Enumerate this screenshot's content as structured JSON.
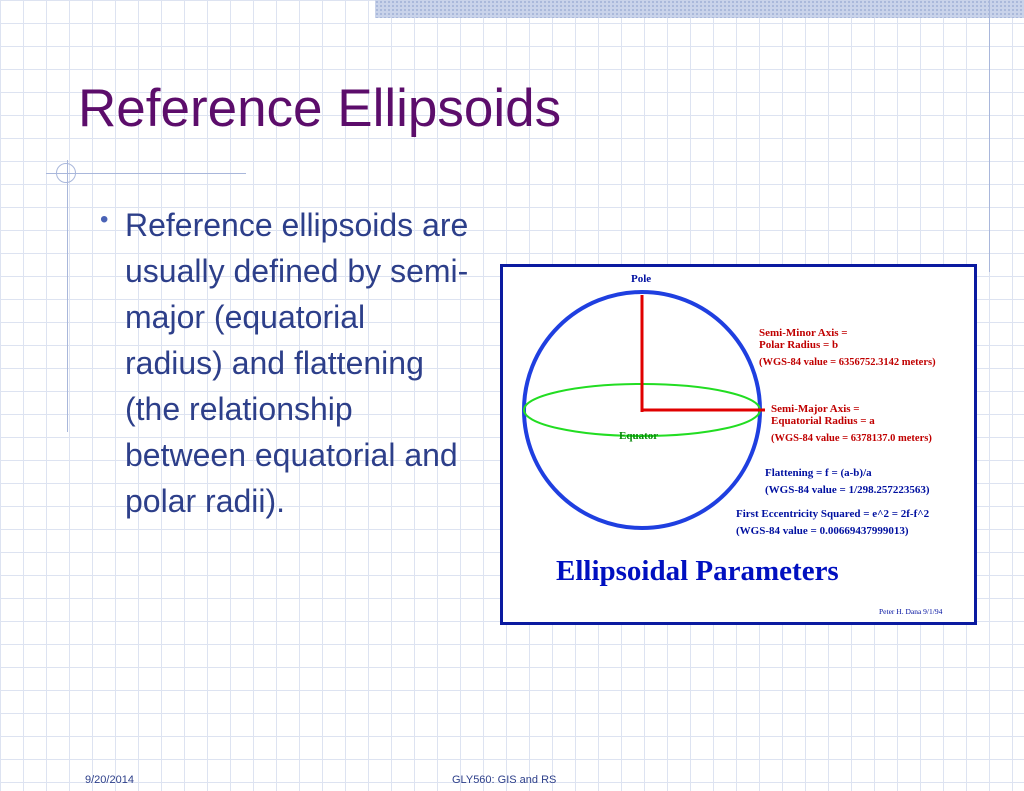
{
  "slide": {
    "title": "Reference Ellipsoids",
    "bullet": "Reference ellipsoids are usually defined by semi-major (equatorial radius) and flattening (the relationship between equatorial and polar radii).",
    "bullet_symbol": "•"
  },
  "figure": {
    "pole_label": "Pole",
    "equator_label": "Equator",
    "semi_minor_line1": "Semi-Minor Axis =",
    "semi_minor_line2": "Polar Radius = b",
    "semi_minor_value": "(WGS-84 value = 6356752.3142 meters)",
    "semi_major_line1": "Semi-Major Axis =",
    "semi_major_line2": "Equatorial Radius = a",
    "semi_major_value": "(WGS-84 value = 6378137.0  meters)",
    "flattening_line": "Flattening = f = (a-b)/a",
    "flattening_value": "(WGS-84 value = 1/298.257223563)",
    "eccentricity_line": "First Eccentricity Squared = e^2 = 2f-f^2",
    "eccentricity_value": "(WGS-84 value = 0.00669437999013)",
    "figure_title": "Ellipsoidal Parameters",
    "credit": "Peter H. Dana 9/1/94",
    "colors": {
      "border": "#0a1aa0",
      "sphere": "#1f3fe0",
      "equator": "#22dd22",
      "axes": "#e00000",
      "label_red": "#c00000",
      "label_blue": "#0010a0"
    }
  },
  "footer": {
    "date": "9/20/2014",
    "course": "GLY560: GIS and RS"
  }
}
